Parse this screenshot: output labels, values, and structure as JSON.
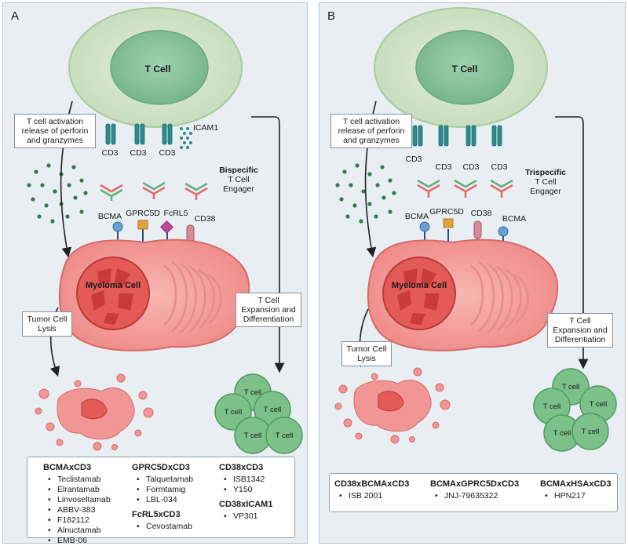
{
  "panel_a": {
    "letter": "A",
    "t_cell": "T Cell",
    "activation": [
      "T cell activation",
      "release of perforin",
      "and granzymes"
    ],
    "cd3": [
      "CD3",
      "CD3",
      "CD3"
    ],
    "icam1": "ICAM1",
    "engager": [
      "Bispecific",
      "T Cell",
      "Engager"
    ],
    "receptors": [
      "BCMA",
      "GPRC5D",
      "FcRL5",
      "CD38"
    ],
    "myeloma": "Myeloma Cell",
    "lysis": [
      "Tumor Cell",
      "Lysis"
    ],
    "expansion": [
      "T Cell",
      "Expansion and",
      "Differentiation"
    ],
    "cluster_label": "T cell",
    "drugs": [
      {
        "title": "BCMAxCD3",
        "items": [
          "Teclistamab",
          "Elrantamab",
          "Linvoseltamab",
          "ABBV-383",
          "F182112",
          "Alnuctamab",
          "EMB-06"
        ]
      },
      {
        "title": "GPRC5DxCD3",
        "items": [
          "Talquetamab",
          "Formtamig",
          "LBL-034"
        ]
      },
      {
        "title": "FcRL5xCD3",
        "items": [
          "Cevostamab"
        ]
      },
      {
        "title": "CD38xCD3",
        "items": [
          "ISB1342",
          "Y150"
        ]
      },
      {
        "title": "CD38xICAM1",
        "items": [
          "VP301"
        ]
      }
    ]
  },
  "panel_b": {
    "letter": "B",
    "t_cell": "T Cell",
    "activation": [
      "T cell activation",
      "release of perforin",
      "and granzymes"
    ],
    "cd3": [
      "CD3",
      "CD3",
      "CD3",
      "CD3"
    ],
    "engager": [
      "Trispecific",
      "T Cell",
      "Engager"
    ],
    "receptors": [
      "BCMA",
      "GPRC5D",
      "CD38",
      "BCMA"
    ],
    "myeloma": "Myeloma Cell",
    "lysis": [
      "Tumor Cell",
      "Lysis"
    ],
    "expansion": [
      "T Cell",
      "Expansion and",
      "Differentiation"
    ],
    "cluster_label": "T cell",
    "drugs": [
      {
        "title": "CD38xBCMAxCD3",
        "items": [
          "ISB 2001"
        ]
      },
      {
        "title": "BCMAxGPRC5DxCD3",
        "items": [
          "JNJ-79635322"
        ]
      },
      {
        "title": "BCMAxHSAxCD3",
        "items": [
          "HPN217"
        ]
      }
    ]
  },
  "colors": {
    "panel_bg": "#e9eef3",
    "t_cell_outer": "#cfe3c7",
    "t_cell_inner": "#8fc49f",
    "receptor_teal": "#2b8c8c",
    "granule_green": "#2f7d4a",
    "myeloma_outer": "#f29a9a",
    "myeloma_nucleus": "#d9413f",
    "t_cell_cluster": "#7cc08a",
    "antibody_green": "#5fb07a",
    "antibody_red": "#e06a6a"
  }
}
